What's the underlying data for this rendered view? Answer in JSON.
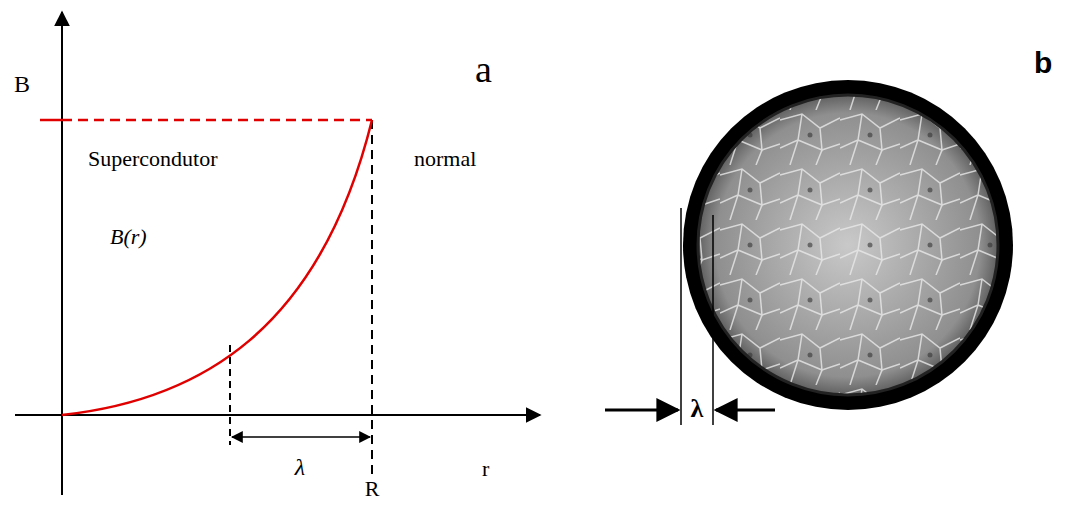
{
  "diagram": {
    "labels": [
      "a",
      "B",
      "Supercondutor",
      "normal",
      "B(r)",
      "λ",
      "r",
      "R",
      "b",
      "λ"
    ]
  }
}
